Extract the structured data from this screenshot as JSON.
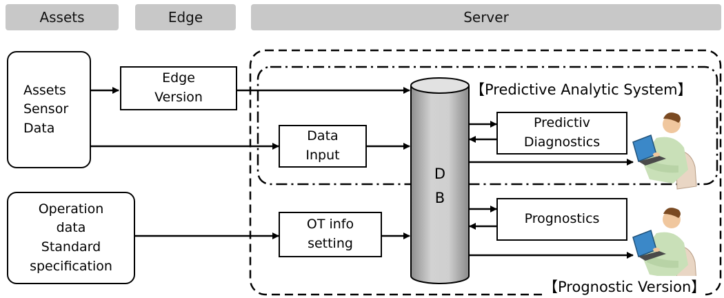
{
  "lanes": {
    "assets": "Assets",
    "edge": "Edge",
    "server": "Server"
  },
  "boxes": {
    "assets_sensor_data": "Assets\nSensor\nData",
    "edge_version": "Edge\nVersion",
    "data_input": "Data\nInput",
    "operation_data": "Operation\ndata\nStandard\nspecification",
    "ot_info_setting": "OT info\nsetting",
    "predictive_diagnostics": "Predictiv\nDiagnostics",
    "prognostics": "Prognostics"
  },
  "db": {
    "line1": "D",
    "line2": "B"
  },
  "regions": {
    "predictive_analytic_system": "【Predictive Analytic System】",
    "prognostic_version": "【Prognostic Version】"
  },
  "icons": [
    "user-at-laptop-icon",
    "user-at-laptop-icon"
  ]
}
